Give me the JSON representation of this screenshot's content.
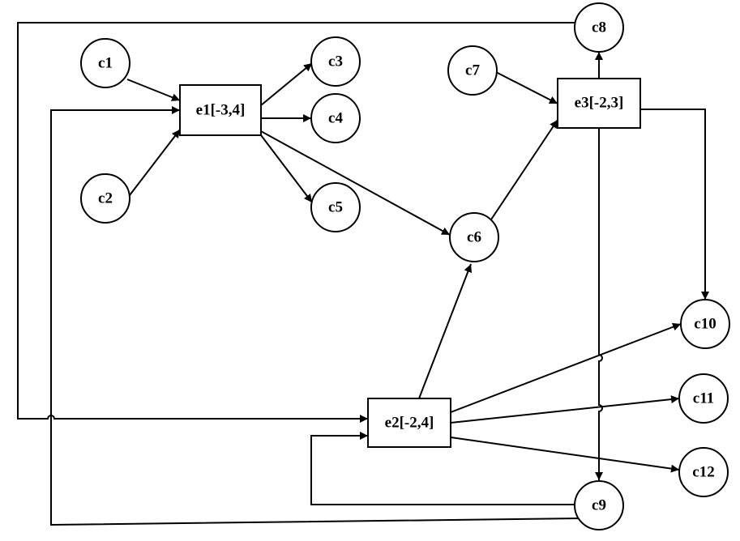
{
  "nodes": {
    "c1": "c1",
    "c2": "c2",
    "c3": "c3",
    "c4": "c4",
    "c5": "c5",
    "c6": "c6",
    "c7": "c7",
    "c8": "c8",
    "c9": "c9",
    "c10": "c10",
    "c11": "c11",
    "c12": "c12",
    "e1": "e1[-3,4]",
    "e2": "e2[-2,4]",
    "e3": "e3[-2,3]"
  },
  "edges": [
    {
      "from": "c1",
      "to": "e1"
    },
    {
      "from": "c2",
      "to": "e1"
    },
    {
      "from": "e1",
      "to": "c3"
    },
    {
      "from": "e1",
      "to": "c4"
    },
    {
      "from": "e1",
      "to": "c5"
    },
    {
      "from": "e1",
      "to": "c6"
    },
    {
      "from": "c7",
      "to": "e3"
    },
    {
      "from": "c6",
      "to": "e3"
    },
    {
      "from": "e3",
      "to": "c8"
    },
    {
      "from": "e3",
      "to": "c9"
    },
    {
      "from": "e3",
      "to": "c10"
    },
    {
      "from": "e2",
      "to": "c6"
    },
    {
      "from": "e2",
      "to": "c10"
    },
    {
      "from": "e2",
      "to": "c11"
    },
    {
      "from": "e2",
      "to": "c12"
    },
    {
      "from": "c8",
      "to": "e2"
    },
    {
      "from": "c9",
      "to": "e2"
    },
    {
      "from": "c9",
      "to": "e1"
    }
  ],
  "colors": {
    "stroke": "#000000",
    "fill": "#ffffff"
  }
}
